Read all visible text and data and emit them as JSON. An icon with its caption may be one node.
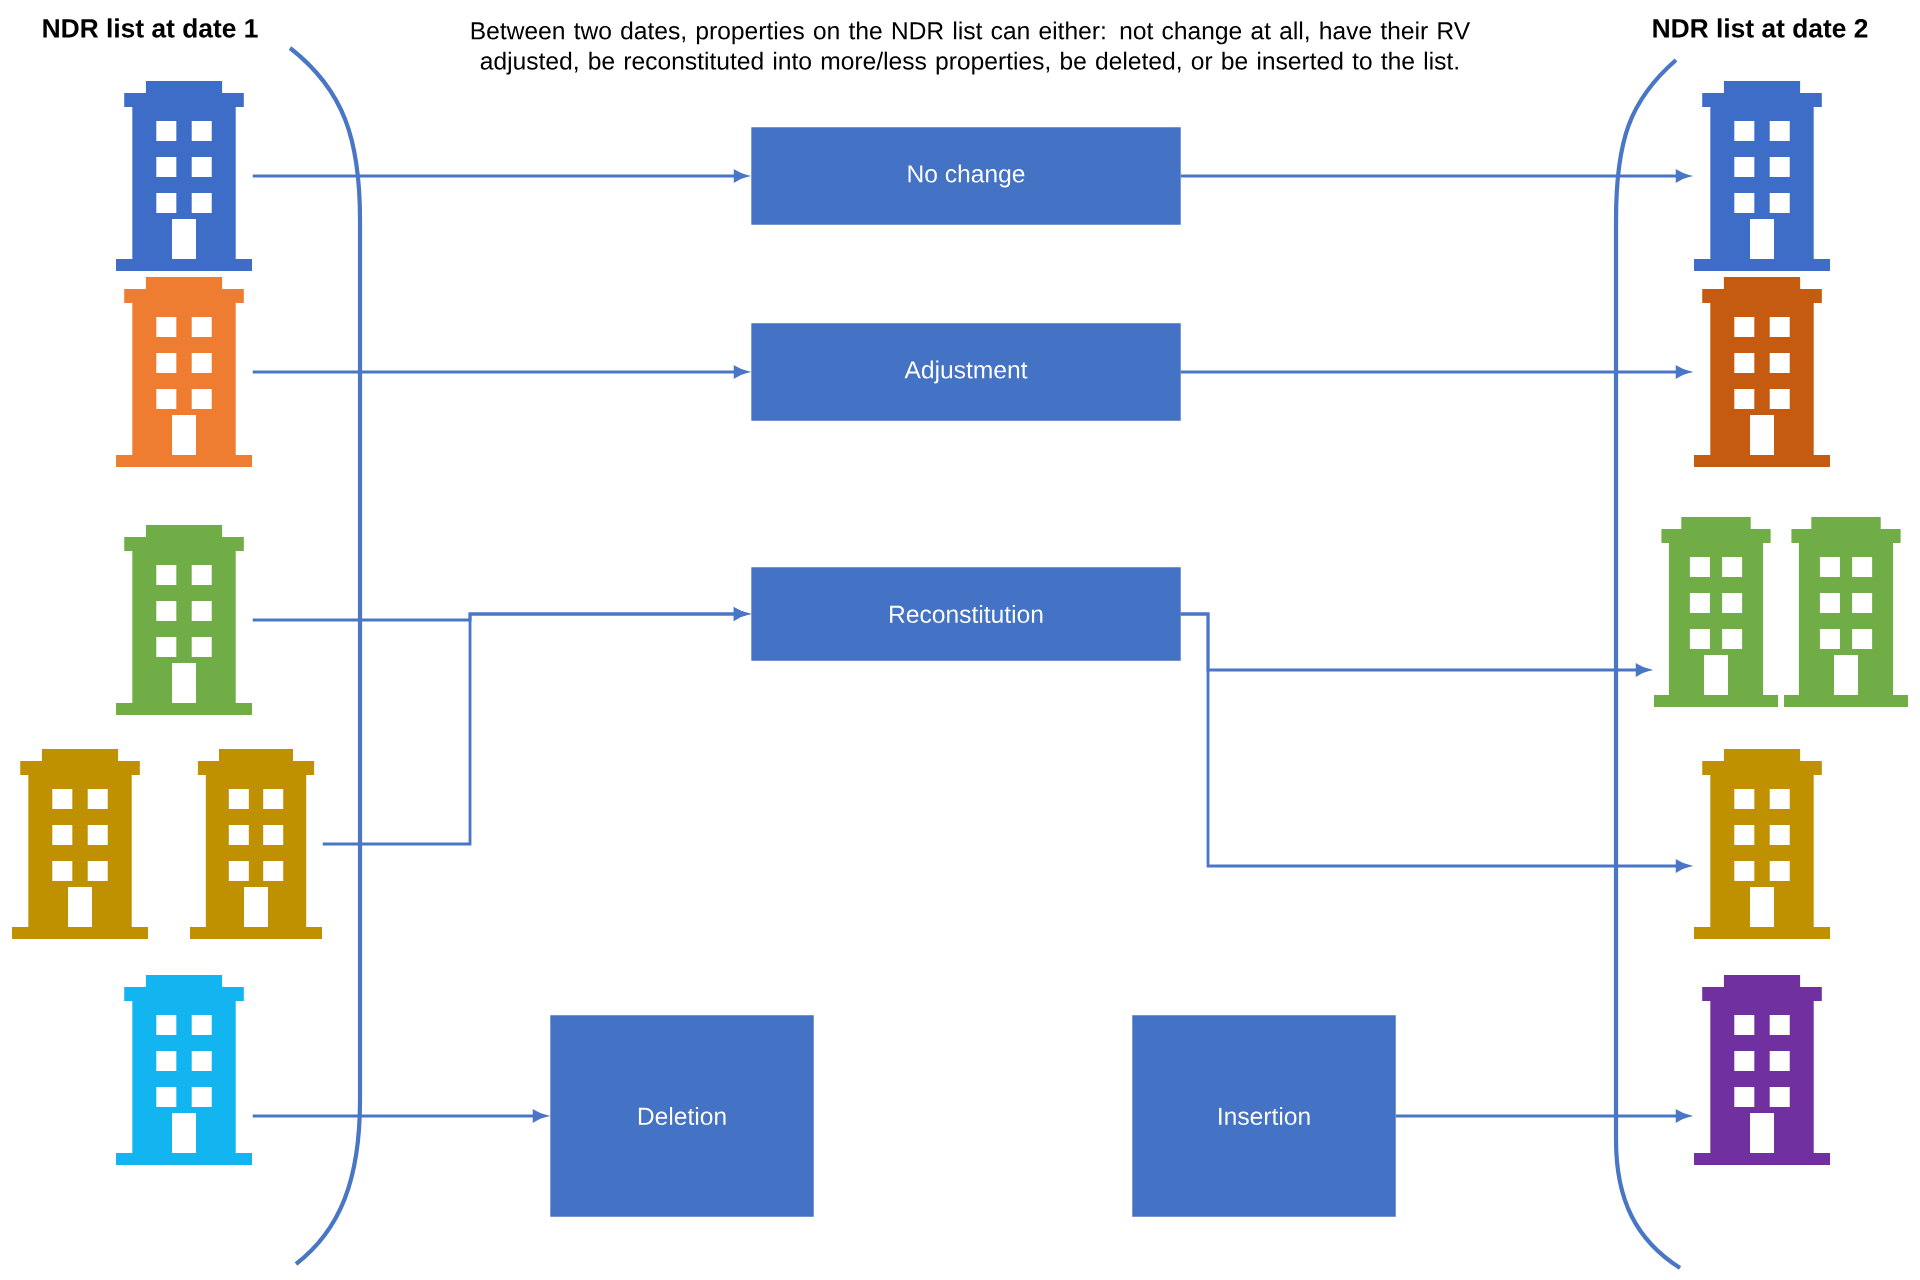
{
  "diagram": {
    "title": "Between two dates, properties on the NDR list can either: not change at all, have their RV adjusted, be reconstituted into more/less properties, be deleted, or be inserted to the list.",
    "nodes": [
      {
        "text": [],
        "shape": "picture"
      },
      {
        "text": [
          "No change"
        ]
      },
      {
        "text": [],
        "shape": "picture"
      },
      {
        "text": [],
        "shape": "picture"
      },
      {
        "text": [
          "Adjustment"
        ]
      },
      {
        "text": [],
        "shape": "picture"
      },
      {
        "text": [],
        "shape": "picture"
      },
      {
        "text": [
          "Reconstitution"
        ]
      },
      {
        "text": [],
        "shape": "picture"
      },
      {
        "text": [],
        "shape": "picture"
      },
      {
        "text": [],
        "shape": "picture"
      },
      {
        "text": [],
        "shape": "picture"
      },
      {
        "text": [],
        "shape": "picture"
      },
      {
        "text": [],
        "shape": "picture"
      },
      {
        "text": [
          "Deletion"
        ]
      },
      {
        "text": [
          "Insertion"
        ]
      },
      {
        "text": [],
        "shape": "picture"
      }
    ],
    "edges": [
      {
        "from": 0,
        "to": 1,
        "arrow": "to"
      },
      {
        "from": 1,
        "to": 2,
        "arrow": "to"
      },
      {
        "from": 3,
        "to": 4,
        "arrow": "to"
      },
      {
        "from": 4,
        "to": 5,
        "arrow": "to"
      },
      {
        "from": 6,
        "to": 7,
        "arrow": "to"
      },
      {
        "from": 11,
        "to": 7,
        "arrow": "to"
      },
      {
        "from": 7,
        "to": 8,
        "arrow": "to"
      },
      {
        "from": 7,
        "to": 12,
        "arrow": "to"
      },
      {
        "from": 13,
        "to": 14,
        "arrow": "to"
      },
      {
        "from": 15,
        "to": 16,
        "arrow": "to"
      }
    ],
    "labels": [
      "NDR list at date 1",
      "NDR list at date 2"
    ]
  }
}
